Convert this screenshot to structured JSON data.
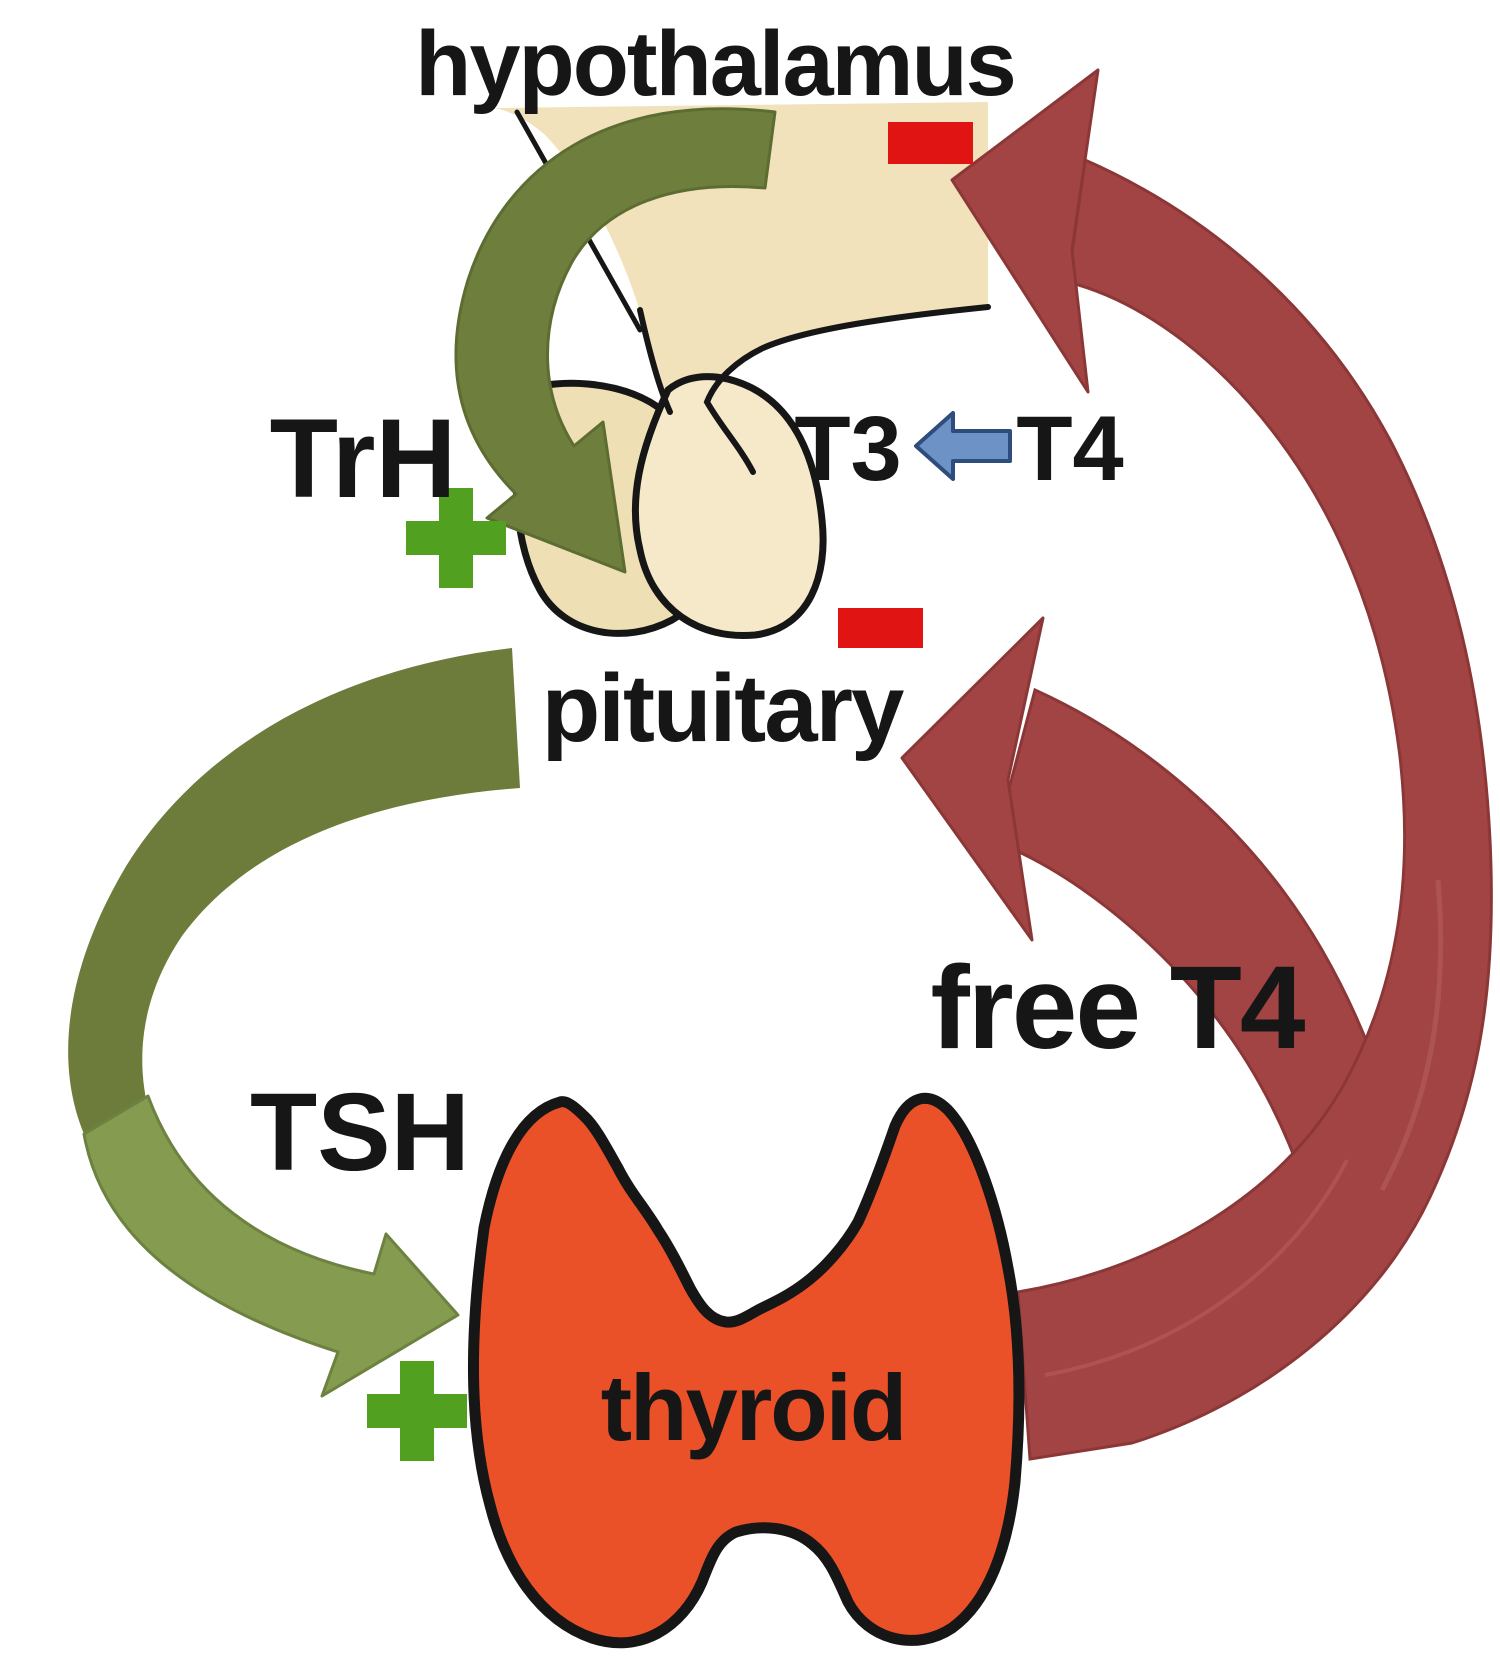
{
  "diagram": {
    "labels": {
      "hypothalamus": "hypothalamus",
      "trh": "TrH",
      "t3": "T3",
      "t4": "T4",
      "pituitary": "pituitary",
      "free_t4": "free T4",
      "tsh": "TSH",
      "thyroid": "thyroid"
    },
    "icons": {
      "trh_stimulation": "plus-icon",
      "tsh_stimulation": "plus-icon",
      "hypothalamus_inhibition": "minus-icon",
      "pituitary_inhibition": "minus-icon",
      "t4_to_t3_conversion": "arrow-left-icon"
    },
    "colors": {
      "background": "#ffffff",
      "text": "#161616",
      "hypothalamus_fill": "#f2e2bb",
      "pituitary_back_lobe_fill": "#eedfb4",
      "pituitary_front_lobe_fill": "#f5e9ca",
      "outline_black": "#161616",
      "stimulatory_dark": "#6d7c3a",
      "stimulatory_light": "#849b50",
      "trh_arrow": "#6e7e3c",
      "plus_green": "#52a020",
      "minus_red": "#e11414",
      "inhibitory_maroon": "#a34444",
      "thyroid_orange": "#ea5129",
      "conversion_blue": "#6d92c6"
    }
  }
}
